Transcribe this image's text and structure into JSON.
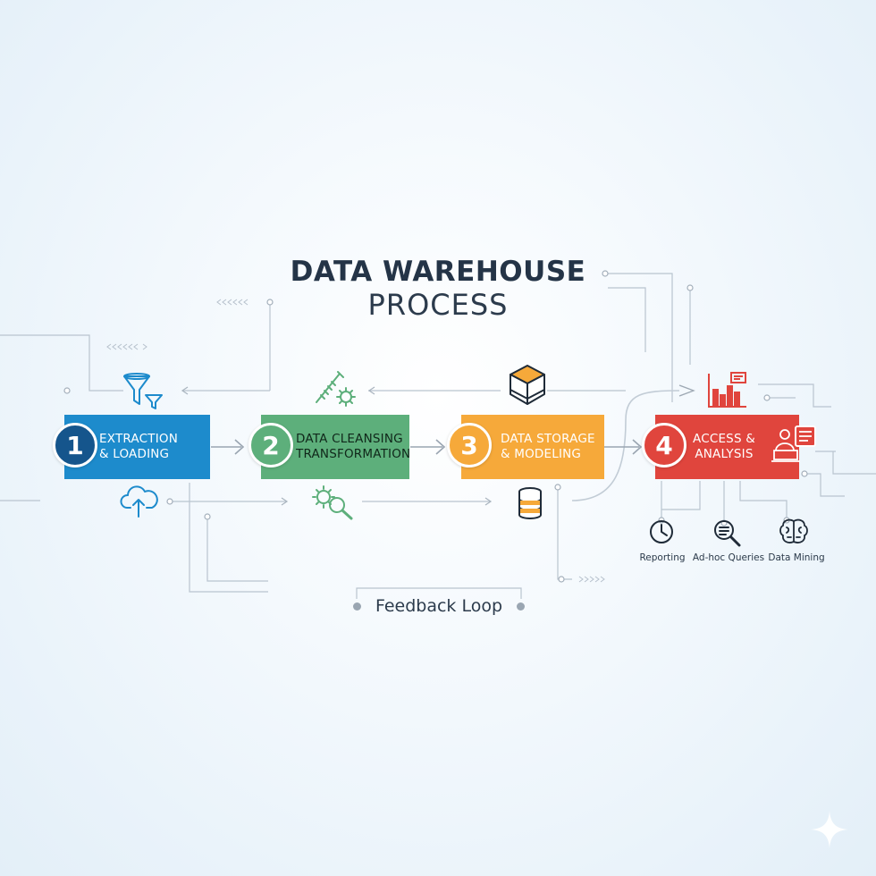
{
  "title": {
    "line1": "DATA WAREHOUSE",
    "line2": "PROCESS"
  },
  "steps": [
    {
      "number": "1",
      "line1": "EXTRACTION",
      "line2": "& LOADING",
      "color": "#1d8bcc",
      "badge_color": "#15558c"
    },
    {
      "number": "2",
      "line1": "DATA CLEANSING",
      "line2": "TRANSFORMATION",
      "color": "#5daf7b",
      "badge_color": "#5daf7b"
    },
    {
      "number": "3",
      "line1": "DATA STORAGE",
      "line2": "& MODELING",
      "color": "#f6a93a",
      "badge_color": "#f6a93a"
    },
    {
      "number": "4",
      "line1": "ACCESS &",
      "line2": "ANALYSIS",
      "color": "#e0453d",
      "badge_color": "#e0453d"
    }
  ],
  "outputs": [
    {
      "label": "Reporting",
      "icon": "clock-icon"
    },
    {
      "label": "Ad-hoc Queries",
      "icon": "magnifier-list-icon"
    },
    {
      "label": "Data Mining",
      "icon": "brain-icon"
    }
  ],
  "feedback": {
    "label": "Feedback Loop"
  },
  "icons": {
    "step1_top": "funnel-icon",
    "step1_bottom": "cloud-upload-icon",
    "step2_top": "tools-gear-icon",
    "step2_bottom": "gear-search-icon",
    "step3_top": "cube-icon",
    "step3_bottom": "database-icon",
    "step4_top": "bar-chart-icon",
    "step4_right": "analyst-laptop-icon"
  }
}
